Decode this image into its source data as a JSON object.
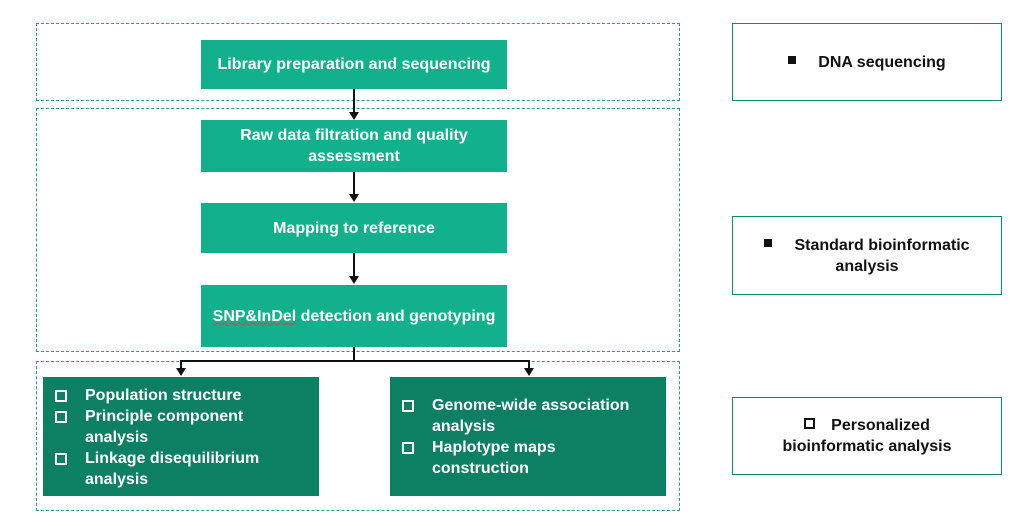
{
  "steps": {
    "s1": "Library preparation and sequencing",
    "s2": "Raw data filtration and quality assessment",
    "s3": "Mapping to reference",
    "s4_a": "SNP&InDel",
    "s4_b": " detection and genotyping"
  },
  "outputs": {
    "left": [
      "Population structure",
      "Principle component analysis",
      "Linkage disequilibrium analysis"
    ],
    "right": [
      "Genome-wide association analysis",
      "Haplotype maps construction"
    ]
  },
  "legend": {
    "dna": "DNA sequencing",
    "standard": "Standard bioinformatic analysis",
    "personalized": "Personalized bioinformatic analysis"
  },
  "colors": {
    "step_fill": "#13b08e",
    "output_fill": "#0d7f63",
    "dashed_border": "#2e9e7a"
  }
}
